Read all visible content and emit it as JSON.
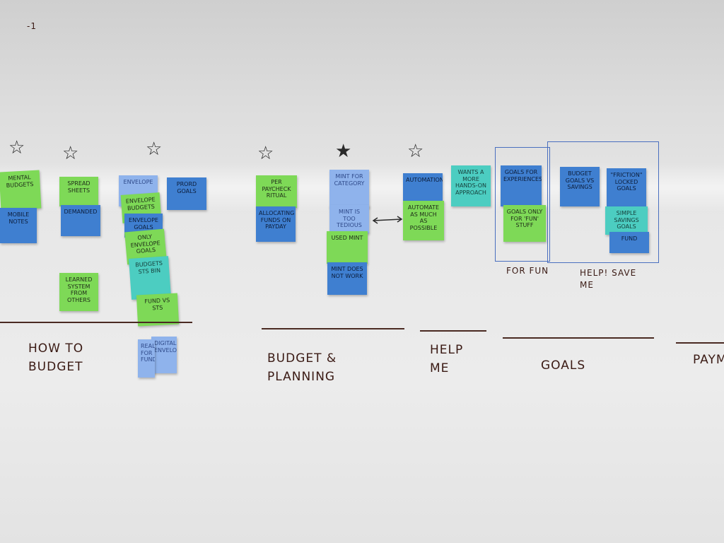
{
  "board": {
    "corner_mark": "-1",
    "stars": [
      "☆",
      "☆",
      "☆",
      "☆",
      "★",
      "☆"
    ],
    "notes": [
      {
        "text": "MENTAL BUDGETS",
        "color": "green"
      },
      {
        "text": "MOBILE NOTES",
        "color": "blue"
      },
      {
        "text": "SPREAD SHEETS",
        "color": "green"
      },
      {
        "text": "DEMANDED",
        "color": "blue"
      },
      {
        "text": "LEARNED SYSTEM FROM OTHERS",
        "color": "green"
      },
      {
        "text": "ENVELOPE",
        "color": "light-blue"
      },
      {
        "text": "ENVELOPE BUDGETS",
        "color": "green"
      },
      {
        "text": "ENVELOPE GOALS",
        "color": "blue"
      },
      {
        "text": "ONLY ENVELOPE GOALS",
        "color": "green"
      },
      {
        "text": "BUDGETS STS BIN",
        "color": "teal"
      },
      {
        "text": "FUND VS STS",
        "color": "green"
      },
      {
        "text": "PRORD GOALS",
        "color": "blue"
      },
      {
        "text": "PER PAYCHECK RITUAL",
        "color": "green"
      },
      {
        "text": "ALLOCATING FUNDS ON PAYDAY",
        "color": "blue"
      },
      {
        "text": "MINT FOR CATEGORY",
        "color": "light-blue"
      },
      {
        "text": "MINT IS TOO TEDIOUS",
        "color": "light-blue"
      },
      {
        "text": "USED MINT",
        "color": "green"
      },
      {
        "text": "MINT DOES NOT WORK",
        "color": "blue"
      },
      {
        "text": "AUTOMATION",
        "color": "blue"
      },
      {
        "text": "AUTOMATE AS MUCH AS POSSIBLE",
        "color": "green"
      },
      {
        "text": "WANTS A MORE HANDS-ON APPROACH",
        "color": "teal"
      },
      {
        "text": "GOALS FOR EXPERIENCES",
        "color": "blue"
      },
      {
        "text": "GOALS ONLY FOR 'FUN' STUFF",
        "color": "green"
      },
      {
        "text": "BUDGET GOALS VS SAVINGS",
        "color": "blue"
      },
      {
        "text": "\"FRICTION\" LOCKED GOALS",
        "color": "blue"
      },
      {
        "text": "SIMPLE SAVINGS GOALS",
        "color": "teal"
      },
      {
        "text": "FUND",
        "color": "blue"
      },
      {
        "text": "DIGITAL ENVELOPES",
        "color": "light-blue"
      },
      {
        "text": "REAL FOR FUND",
        "color": "light-blue"
      }
    ],
    "group_labels": [
      "FOR FUN",
      "HELP! SAVE ME"
    ],
    "sections": [
      {
        "label": "HOW TO BUDGET"
      },
      {
        "label": "BUDGET & PLANNING"
      },
      {
        "label": "HELP ME"
      },
      {
        "label": "GOALS"
      },
      {
        "label": "PAYM"
      }
    ]
  },
  "colors": {
    "green": "#7ed957",
    "blue": "#3f7fd0",
    "light-blue": "#8fb3ec",
    "teal": "#4ccdc1",
    "marker": "#3a1a14",
    "frame": "#4a6fbf"
  }
}
